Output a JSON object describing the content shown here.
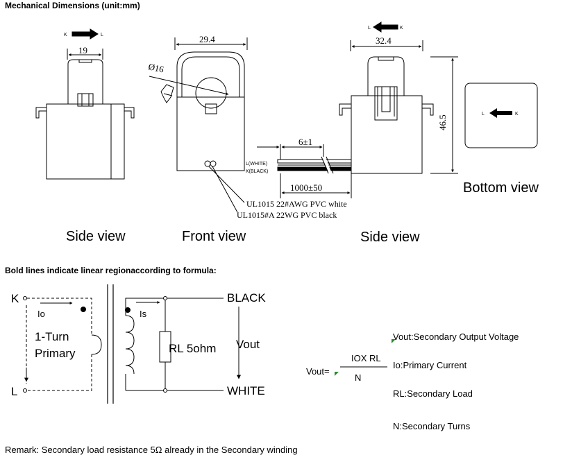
{
  "titles": {
    "mechanical": "Mechanical Dimensions (unit:mm)",
    "bold_lines": "Bold lines indicate linear regionaccording to formula:"
  },
  "views": {
    "side_left": "Side view",
    "front": "Front view",
    "side_right": "Side view",
    "bottom": "Bottom view"
  },
  "dimensions": {
    "width_side": "19",
    "width_front": "29.4",
    "diameter": "Ø16",
    "width_side_right": "32.4",
    "height": "46.5",
    "strip": "6±1",
    "lead_length": "1000±50"
  },
  "arrows": {
    "k": "K",
    "l": "L"
  },
  "wires": {
    "white_tag": "L(WHITE)",
    "black_tag": "K(BLACK)",
    "white_spec": "UL1015 22#AWG PVC white",
    "black_spec": "UL1015#A 22WG PVC black"
  },
  "circuit": {
    "k": "K",
    "l": "L",
    "io": "Io",
    "is": "Is",
    "primary_line1": "1-Turn",
    "primary_line2": "Primary",
    "rl": "RL 5ohm",
    "black": "BLACK",
    "white": "WHITE",
    "vout": "Vout"
  },
  "formula": {
    "lhs": "Vout=",
    "numerator": "IOX RL",
    "denominator": "N"
  },
  "legend": {
    "vout": "Vout:Secondary Output Voltage",
    "io": "Io:Primary Current",
    "rl": "RL:Secondary  Load",
    "n": "N:Secondary Turns"
  },
  "remark": "Remark: Secondary load resistance 5Ω  already in the Secondary winding"
}
